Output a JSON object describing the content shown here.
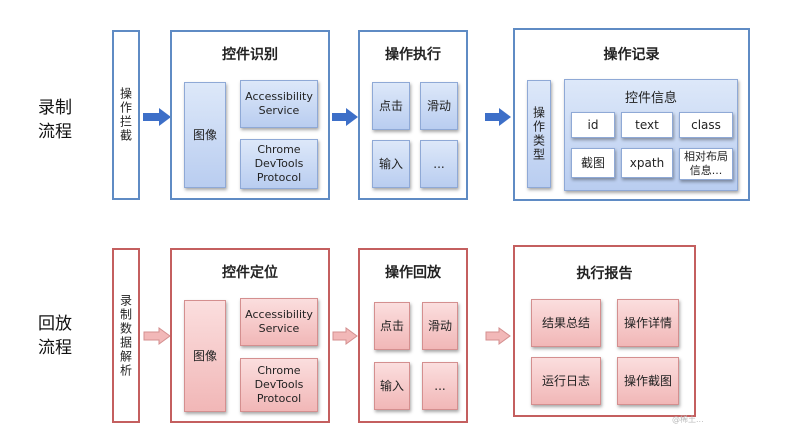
{
  "rows": {
    "record": {
      "label": "录制\n流程",
      "intercept": "操作拦截",
      "identify": {
        "title": "控件识别",
        "image": "图像",
        "accessibility": "Accessibility\nService",
        "chrome": "Chrome\nDevTools\nProtocol"
      },
      "execute": {
        "title": "操作执行",
        "click": "点击",
        "swipe": "滑动",
        "input": "输入",
        "more": "..."
      },
      "log": {
        "title": "操作记录",
        "op_type": "操作类型",
        "info_title": "控件信息",
        "cells": [
          "id",
          "text",
          "class",
          "截图",
          "xpath",
          "相对布局\n信息..."
        ]
      }
    },
    "replay": {
      "label": "回放\n流程",
      "parse": "录制数据解析",
      "locate": {
        "title": "控件定位",
        "image": "图像",
        "accessibility": "Accessibility\nService",
        "chrome": "Chrome\nDevTools\nProtocol"
      },
      "replay_ops": {
        "title": "操作回放",
        "click": "点击",
        "swipe": "滑动",
        "input": "输入",
        "more": "..."
      },
      "report": {
        "title": "执行报告",
        "summary": "结果总结",
        "details": "操作详情",
        "log": "运行日志",
        "screenshot": "操作截图"
      }
    }
  },
  "colors": {
    "record_frame": "#5f8bc4",
    "record_box": "#c5d6f3",
    "record_arrow": "#3d6fc8",
    "replay_frame": "#c45f5f",
    "replay_box": "#f5c8c8",
    "replay_arrow": "#f2b8b8"
  },
  "watermark": "@稀土..."
}
